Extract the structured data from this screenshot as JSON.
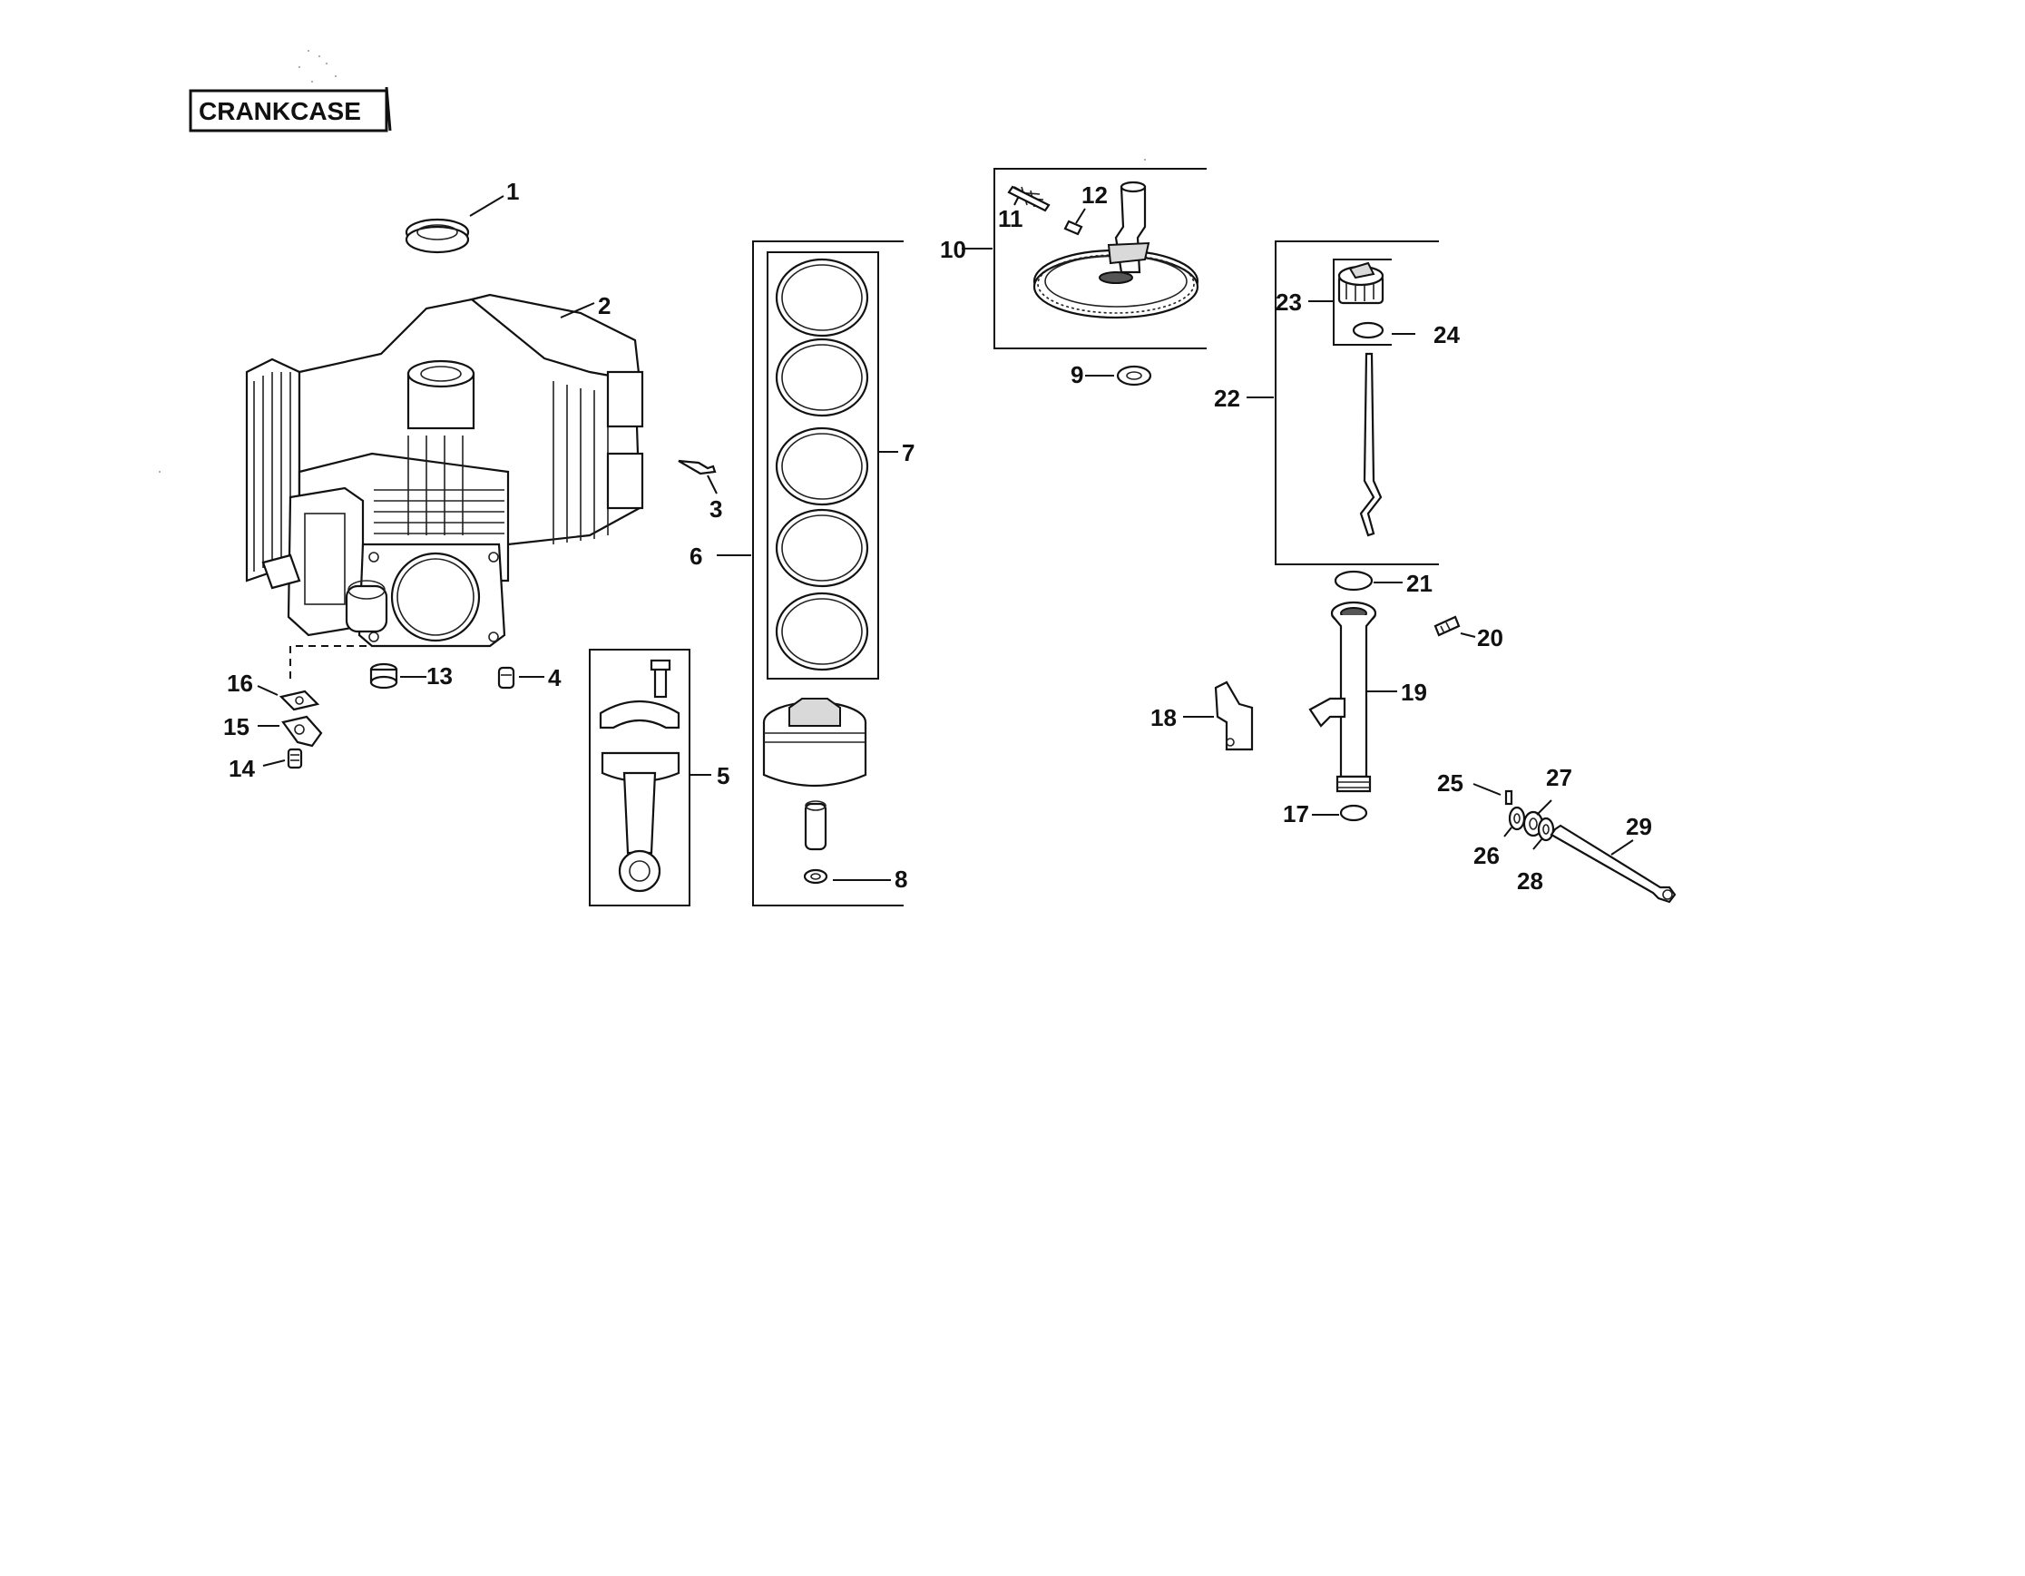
{
  "title": "CRANKCASE",
  "callouts": {
    "c1": "1",
    "c2": "2",
    "c3": "3",
    "c4": "4",
    "c5": "5",
    "c6": "6",
    "c7": "7",
    "c8": "8",
    "c9": "9",
    "c10": "10",
    "c11": "11",
    "c12": "12",
    "c13": "13",
    "c14": "14",
    "c15": "15",
    "c16": "16",
    "c17": "17",
    "c18": "18",
    "c19": "19",
    "c20": "20",
    "c21": "21",
    "c22": "22",
    "c23": "23",
    "c24": "24",
    "c25": "25",
    "c26": "26",
    "c27": "27",
    "c28": "28",
    "c29": "29"
  }
}
